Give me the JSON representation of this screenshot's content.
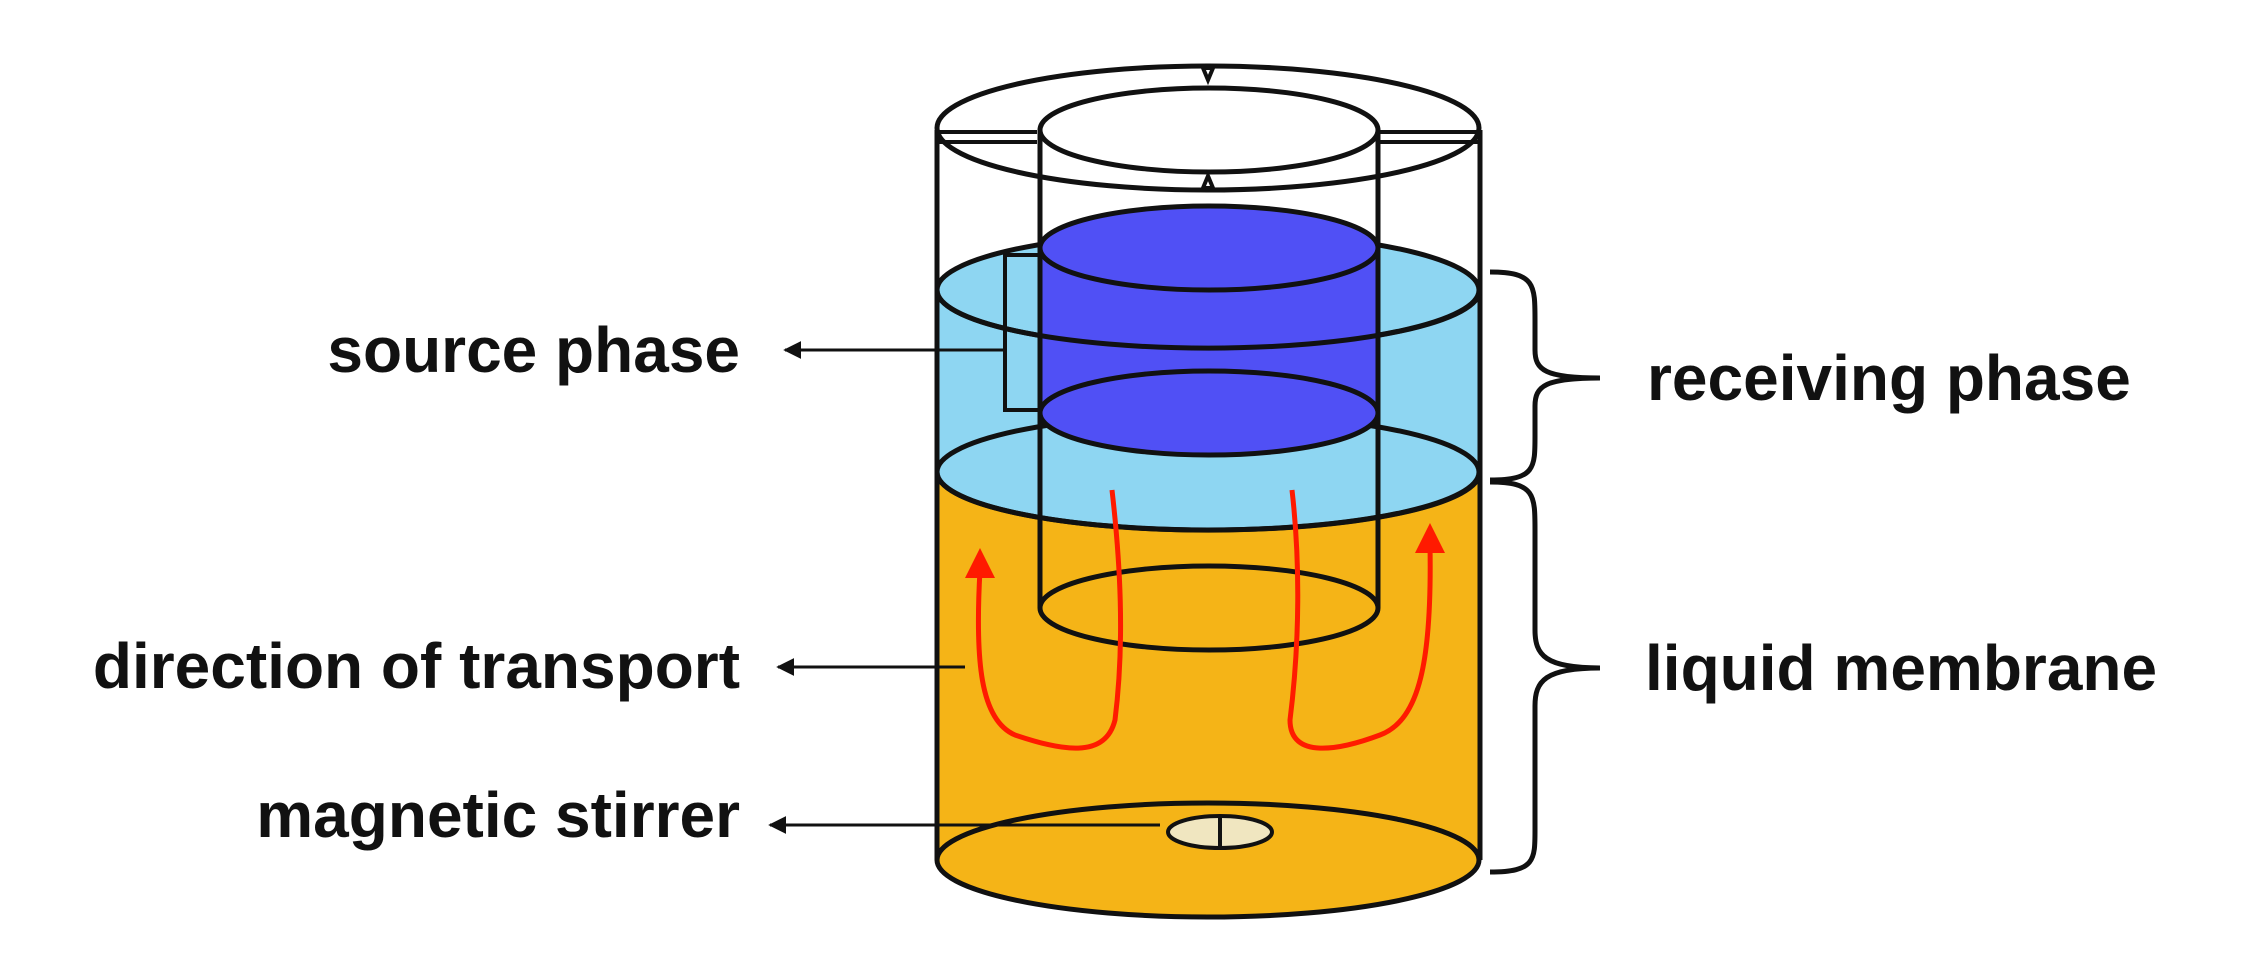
{
  "labels": {
    "source_phase": "source phase",
    "receiving_phase": "receiving phase",
    "direction_of_transport": "direction of transport",
    "liquid_membrane": "liquid membrane",
    "magnetic_stirrer": "magnetic stirrer"
  },
  "colors": {
    "receiving_phase": "#8ed6f2",
    "source_phase": "#5050f5",
    "liquid_membrane": "#f5b417",
    "transport_arrows": "#ff1a00",
    "stirrer_bar": "#f0e6c0",
    "outline": "#111111"
  }
}
